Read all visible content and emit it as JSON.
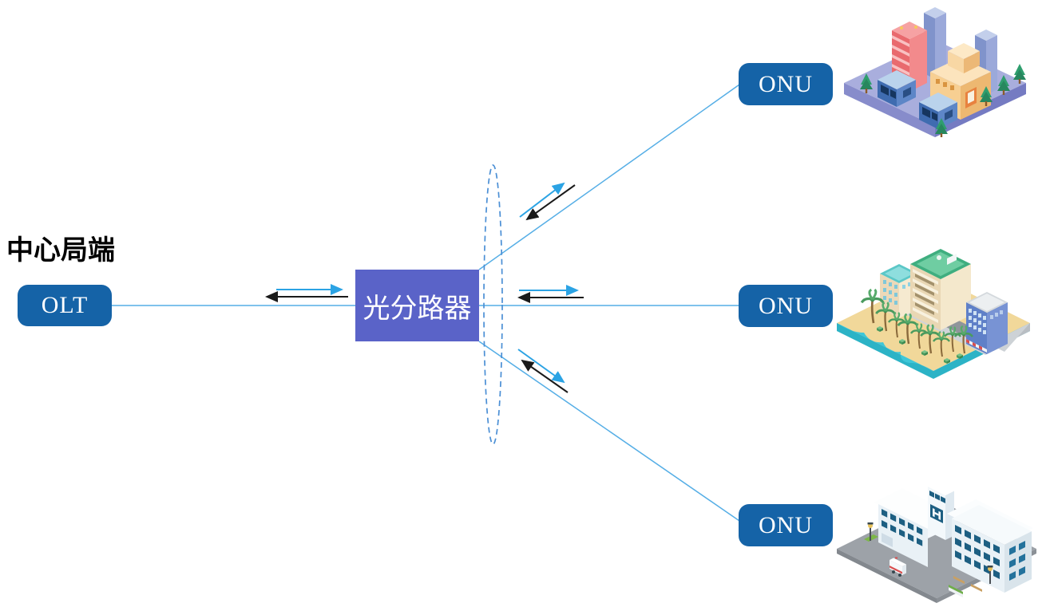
{
  "diagram": {
    "central_office_label": "中心局端",
    "olt_label": "OLT",
    "splitter_label": "光分路器",
    "onu_labels": [
      "ONU",
      "ONU",
      "ONU"
    ],
    "illustrations": [
      "city-buildings",
      "beach-resort",
      "hospital-building"
    ]
  },
  "colors": {
    "canvas-bg": "#FFFFFF",
    "node-blue": "#1563A7",
    "splitter-purple": "#5A63C8",
    "fiber-blue": "#55AEE6",
    "arrow-blue": "#2BA3E4",
    "arrow-black": "#1A1A1A",
    "ellipse-blue": "#4B8FD5"
  }
}
